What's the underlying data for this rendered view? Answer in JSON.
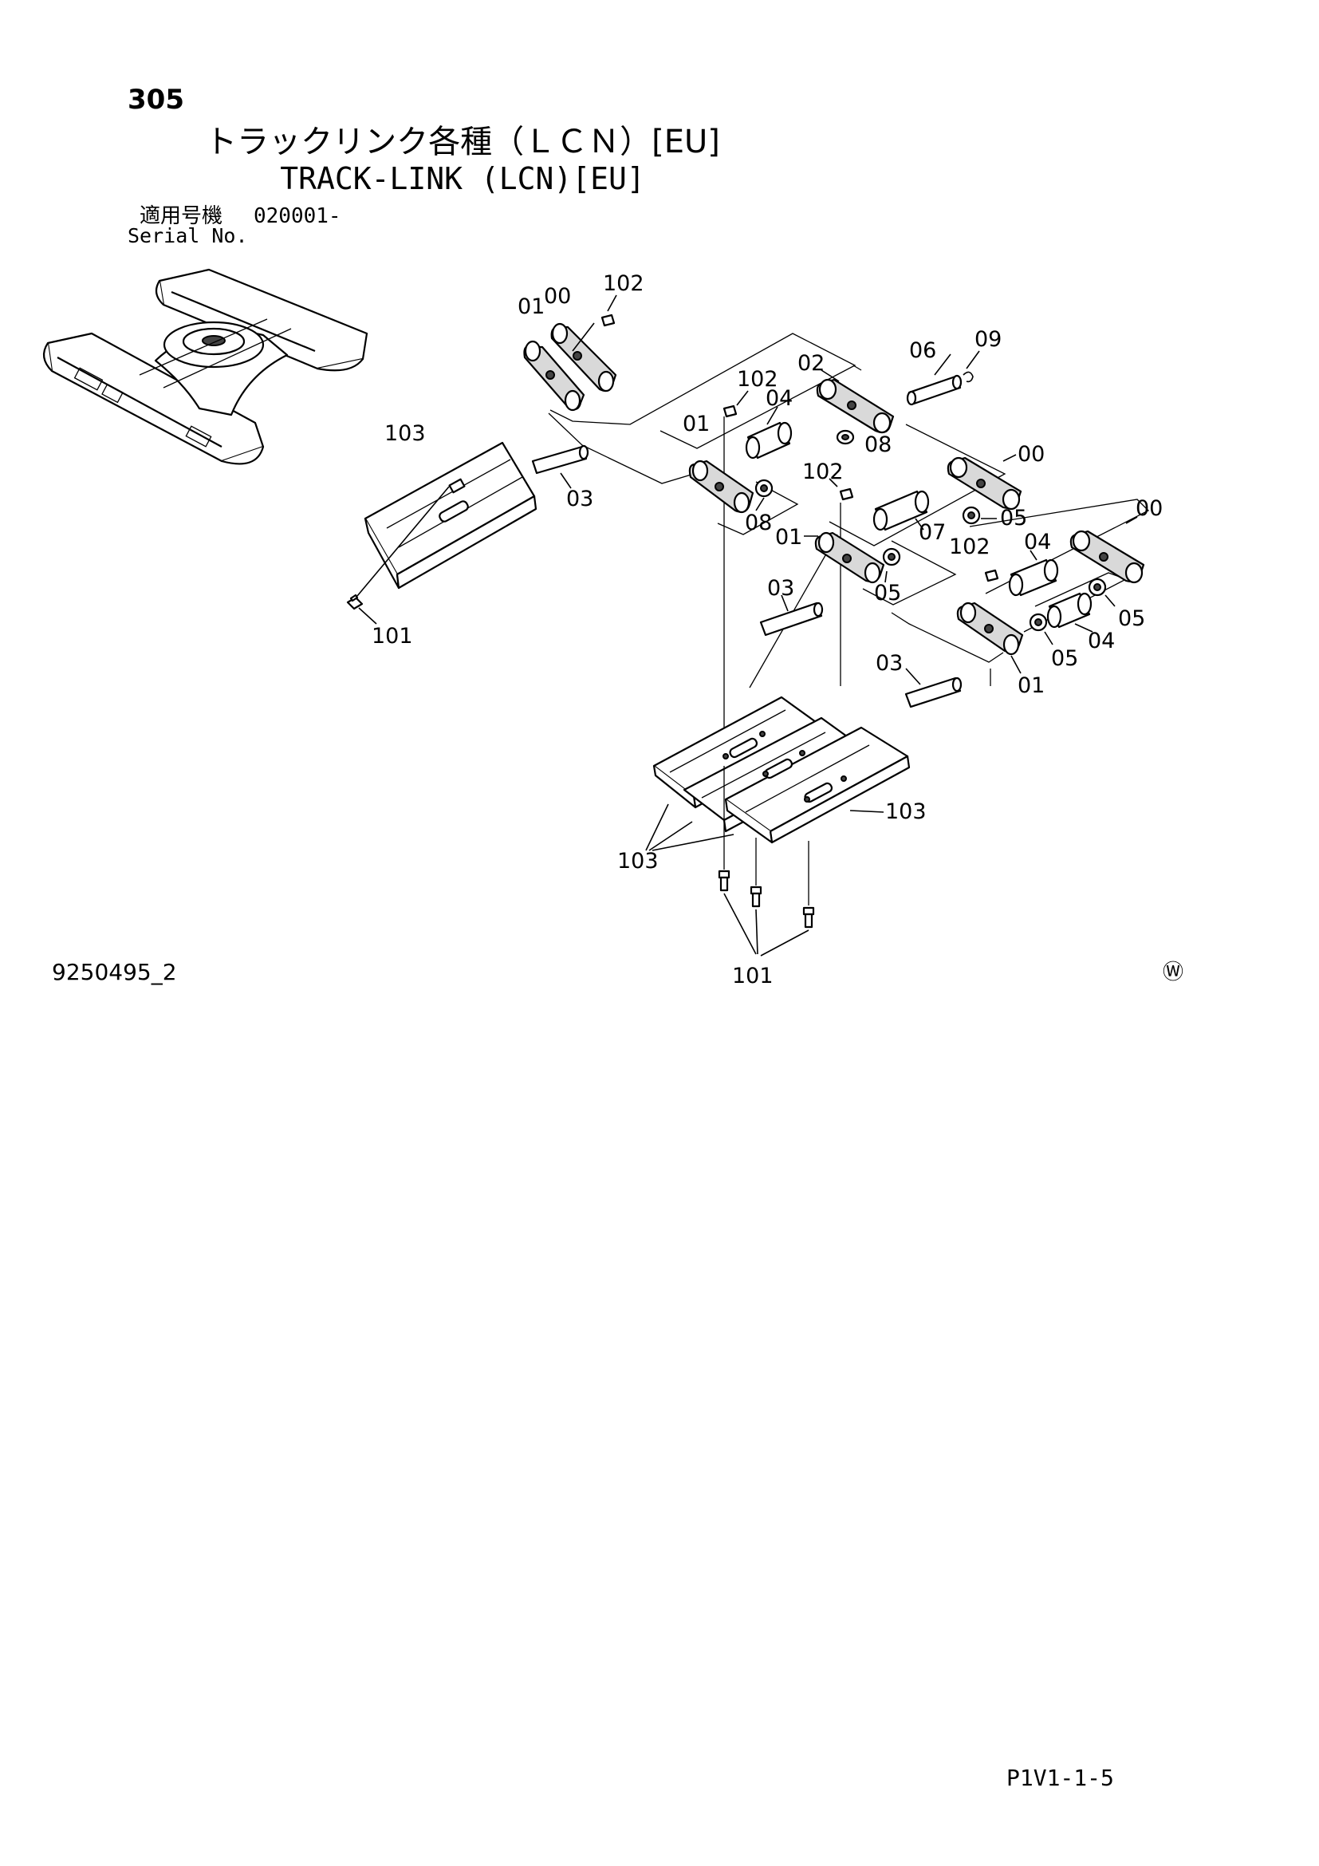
{
  "header": {
    "page_number": "305",
    "title_jp": "トラックリンク各種（ＬＣＮ）[EU]",
    "title_en": "TRACK-LINK (LCN)[EU]",
    "serial_label_jp": "適用号機",
    "serial_range": "020001-",
    "serial_label_en": "Serial No."
  },
  "diagram": {
    "callouts": [
      "00",
      "01",
      "02",
      "03",
      "04",
      "05",
      "06",
      "07",
      "08",
      "09",
      "101",
      "102",
      "103"
    ],
    "watermark_symbol": "Ⓦ"
  },
  "footer": {
    "drawing_number": "9250495_2",
    "code": "P1V1-1-5"
  }
}
